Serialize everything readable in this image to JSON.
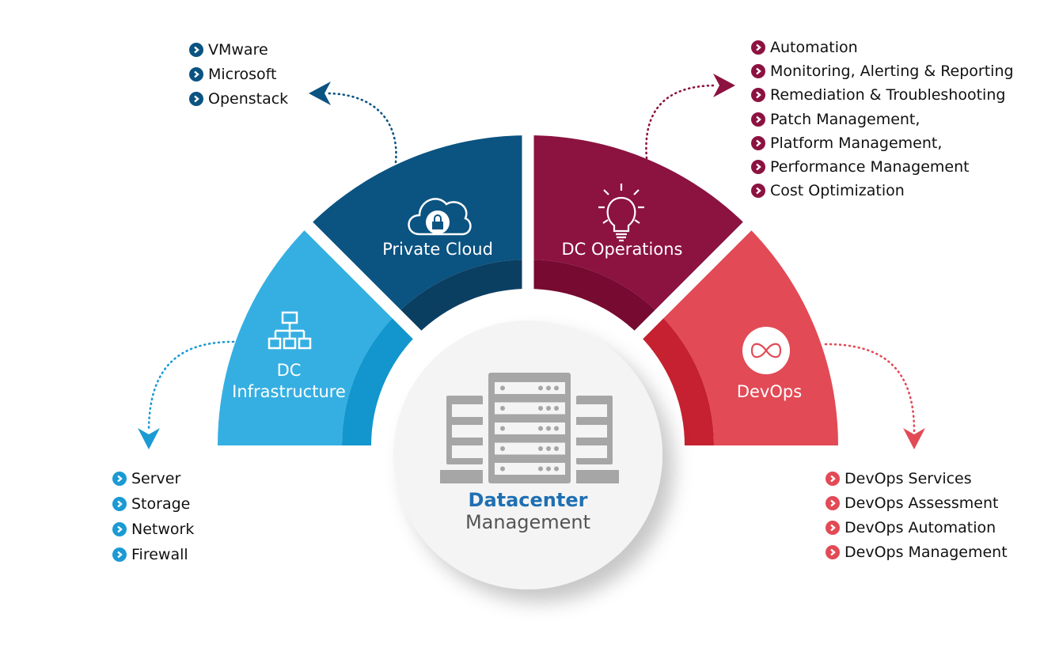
{
  "colors": {
    "infra": "#35afe2",
    "infra_dark": "#1296cd",
    "cloud": "#0b5381",
    "cloud_dark": "#0b3f62",
    "ops": "#8c1240",
    "ops_dark": "#760a30",
    "devops": "#e24a56",
    "devops_dark": "#c52130",
    "center_title": "#1f6fb2",
    "center_sub": "#555555",
    "server_gray": "#a6a6a6"
  },
  "center": {
    "title": "Datacenter",
    "subtitle": "Management",
    "icon": "server-rack-icon"
  },
  "segments": {
    "infra": {
      "label_line1": "DC",
      "label_line2": "Infrastructure",
      "icon": "network-hierarchy-icon"
    },
    "cloud": {
      "label": "Private Cloud",
      "icon": "cloud-lock-icon"
    },
    "ops": {
      "label": "DC Operations",
      "icon": "lightbulb-icon"
    },
    "devops": {
      "label": "DevOps",
      "icon": "infinity-icon"
    }
  },
  "lists": {
    "cloud": [
      "VMware",
      "Microsoft",
      "Openstack"
    ],
    "ops": [
      "Automation",
      "Monitoring, Alerting & Reporting",
      "Remediation & Troubleshooting",
      "Patch Management,",
      "Platform Management,",
      "Performance Management",
      "Cost Optimization"
    ],
    "infra": [
      "Server",
      "Storage",
      "Network",
      "Firewall"
    ],
    "devops": [
      "DevOps Services",
      "DevOps Assessment",
      "DevOps Automation",
      "DevOps Management"
    ]
  }
}
